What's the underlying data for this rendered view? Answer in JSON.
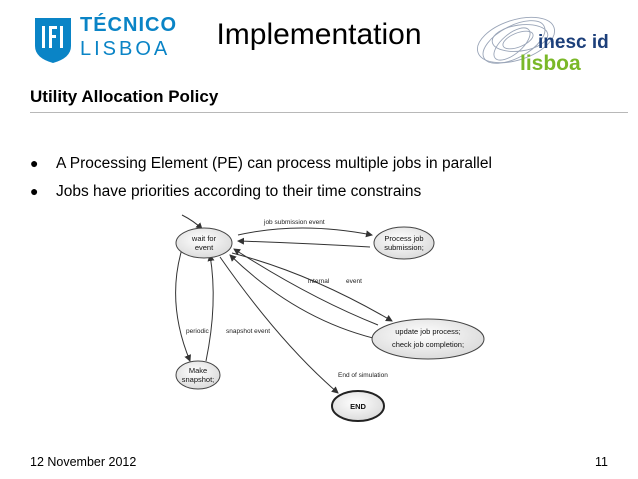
{
  "header": {
    "title": "Implementation",
    "ist_logo": {
      "name": "ist-logo",
      "line1": "TÉCNICO",
      "line2": "LISBOA",
      "color": "#0a84c6"
    },
    "inesc_logo": {
      "name": "inesc-id-lisboa-logo",
      "line1": "inesc id",
      "line2": "lisboa",
      "color_top": "#1c3f7a",
      "color_bottom": "#7ab828"
    }
  },
  "section": {
    "title": "Utility Allocation Policy"
  },
  "bullets": [
    {
      "text": "A Processing Element (PE) can process multiple jobs in parallel"
    },
    {
      "text": "Jobs have priorities according to their time constrains"
    }
  ],
  "diagram": {
    "nodes": {
      "wait": [
        "wait for",
        "event"
      ],
      "process": [
        "Process job",
        "submission;"
      ],
      "update": [
        "update job process;",
        "check job completion;"
      ],
      "snapshot": [
        "Make",
        "snapshot;"
      ],
      "end": [
        "END"
      ]
    },
    "labels": {
      "job_submission": "job submission event",
      "internal": "internal",
      "event": "event",
      "periodic": "periodic",
      "snapshot_event": "snapshot event",
      "end_of_simulation": "End of simulation"
    }
  },
  "footer": {
    "date": "12 November 2012",
    "page": "11"
  }
}
